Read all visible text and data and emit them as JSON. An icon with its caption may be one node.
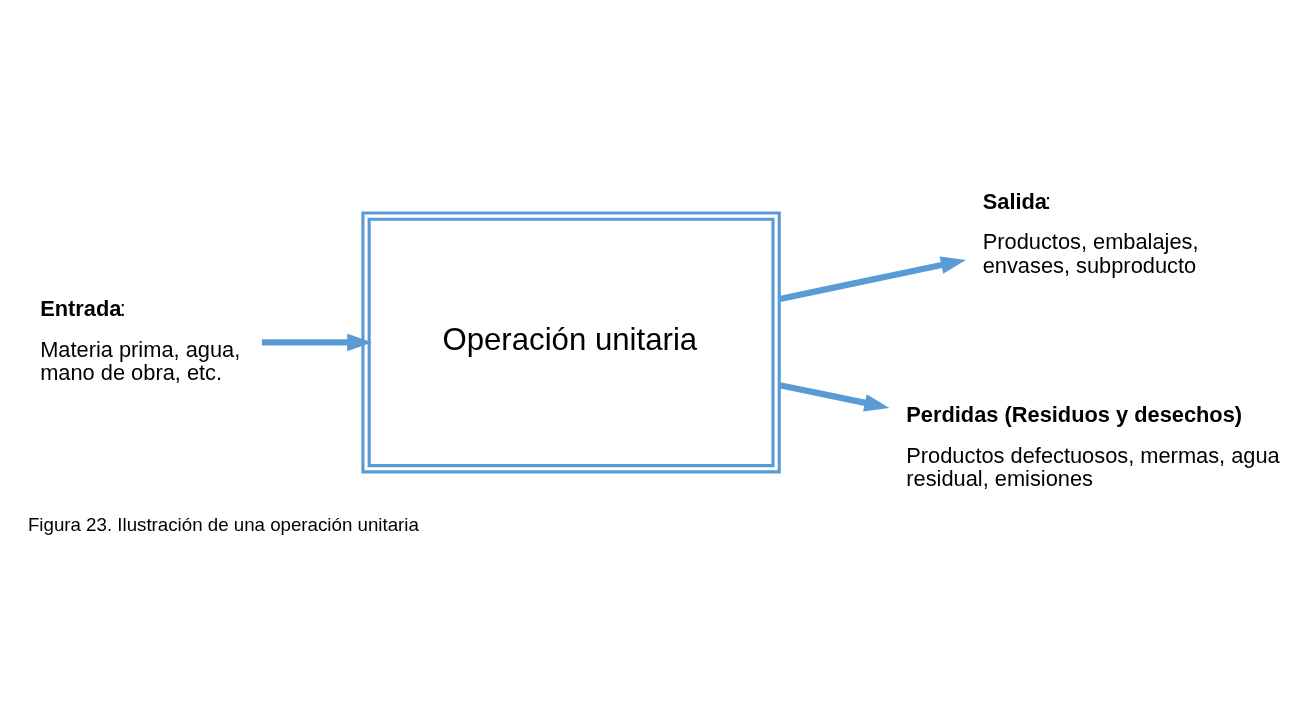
{
  "diagram": {
    "caption": "Figura 23. Ilustración de una operación unitaria",
    "nodes": [
      {
        "text": [
          "**Entrada**:",
          "Materia prima, agua, mano de obra, etc."
        ]
      },
      {
        "text": [
          "Operación unitaria"
        ]
      },
      {
        "text": [
          "**Salida**:",
          "Productos, embalajes, envases, subproducto"
        ]
      },
      {
        "text": [
          "**Perdidas (Residuos y desechos)**",
          "Productos defectuosos, mermas, agua residual, emisiones"
        ]
      }
    ],
    "edges": [
      {
        "from": 0,
        "to": 1,
        "arrow": "to"
      },
      {
        "from": 1,
        "to": 2,
        "arrow": "to"
      },
      {
        "from": 1,
        "to": 3,
        "arrow": "to"
      }
    ]
  }
}
